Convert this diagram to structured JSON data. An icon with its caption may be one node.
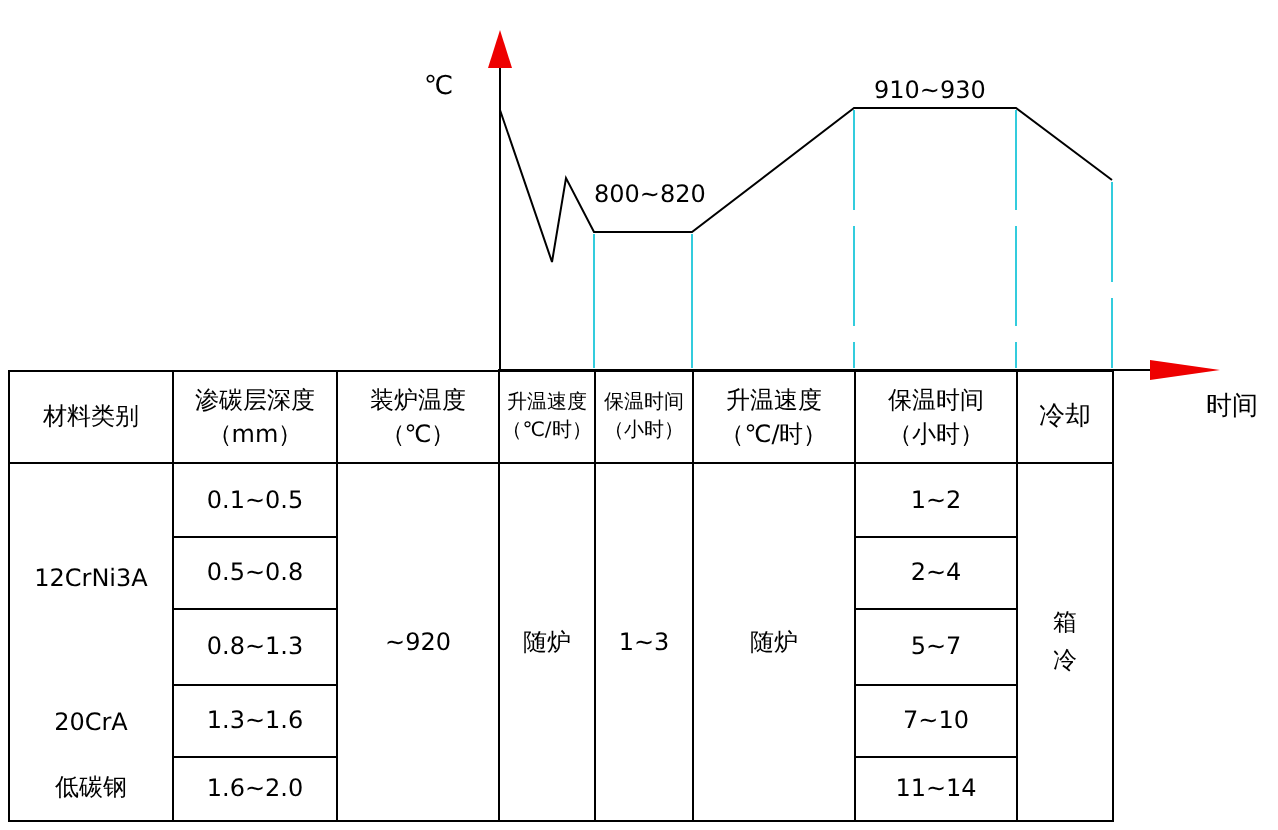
{
  "diagram": {
    "labels": [
      "℃",
      "910~930",
      "800~820",
      "时间",
      "材料类别",
      "渗碳层深度（mm）",
      "装炉温度（℃）",
      "升温速度（℃/时）",
      "保温时间（小时）",
      "升温速度（℃/时）",
      "保温时间（小时）",
      "冷却",
      "12CrNi3A",
      "0.1~0.5",
      "~920",
      "随炉",
      "1~3",
      "随炉",
      "1~2",
      "箱冷",
      "0.5~0.8",
      "2~4",
      "0.8~1.3",
      "5~7",
      "20CrA",
      "1.3~1.6",
      "7~10",
      "低碳钢",
      "1.6~2.0",
      "11~14"
    ]
  }
}
